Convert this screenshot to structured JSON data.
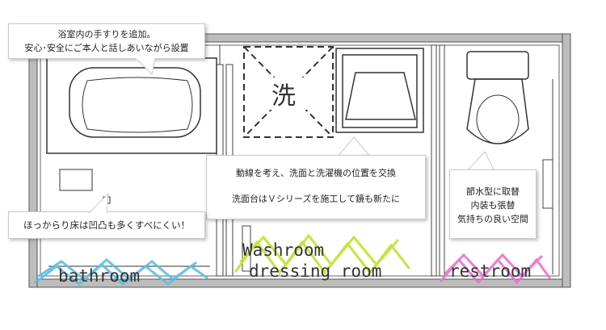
{
  "callouts": {
    "bath_rail": {
      "lines": [
        "浴室内の手すりを追加。",
        "安心･安全にご本人と話しあいながら設置"
      ]
    },
    "washroom": {
      "line1": "動線を考え、洗面と洗濯機の位置を交換",
      "line2": "洗面台はＶシリーズを施工して鏡も新たに"
    },
    "floor": {
      "text": "ほっからり床は凹凸も多くすべにくい！"
    },
    "restroom": {
      "lines": [
        "節水型に取替",
        "内装も張替",
        "気持ちの良い空間"
      ]
    }
  },
  "fixtures": {
    "washer_char": "洗"
  },
  "rooms": {
    "bathroom": {
      "label": "bathroom",
      "color": "#5bbfe6"
    },
    "washroom": {
      "label_line1": "Washroom",
      "label_line2": "dressing room",
      "color": "#c4e02a"
    },
    "restroom": {
      "label": "restroom",
      "color": "#ee6fd3"
    }
  },
  "colors": {
    "wall": "#7a7a7a",
    "wall_fill": "#bdbdbd",
    "line": "#333333"
  }
}
